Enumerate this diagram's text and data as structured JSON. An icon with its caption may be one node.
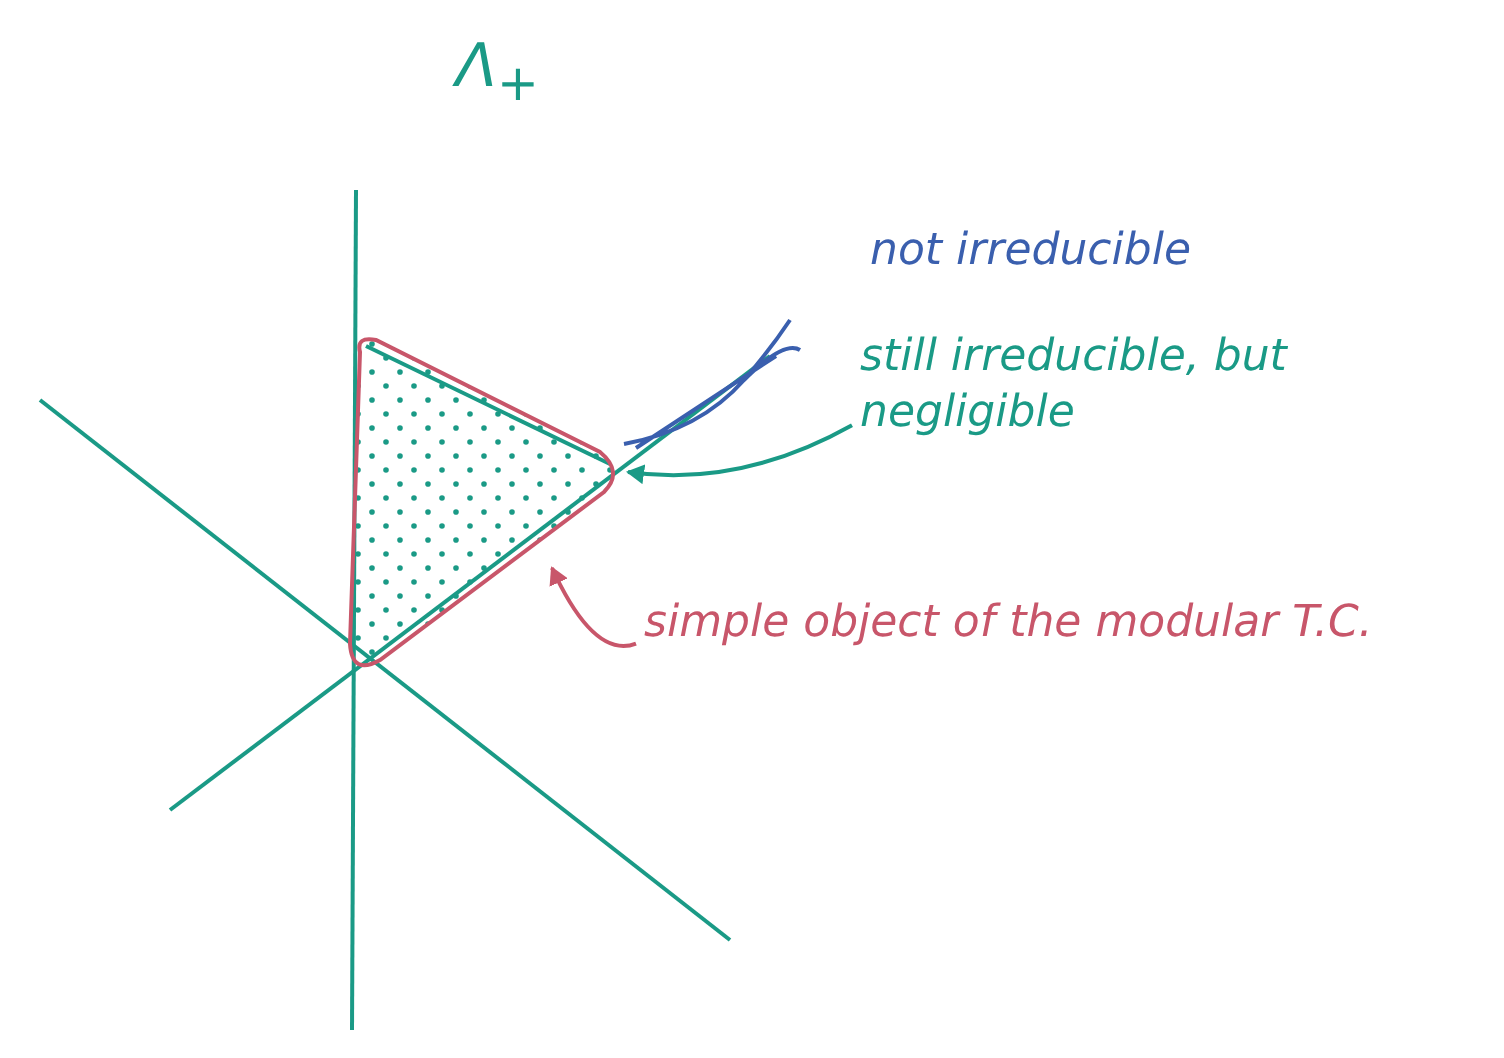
{
  "diagram": {
    "nodes": [
      {
        "text": [
          "still irreducible, but negligible"
        ]
      },
      {
        "text": [
          "simple object of the modular T.C."
        ]
      },
      {
        "text": [],
        "shape": "triangle"
      }
    ],
    "edges": [
      {
        "from": 0,
        "to": 2,
        "arrow": "to",
        "color": "#1a9a86"
      },
      {
        "from": 1,
        "to": 2,
        "arrow": "to",
        "color": "#c8566a"
      }
    ],
    "labels": [
      "Λ$_{+}$",
      "not irreducible"
    ]
  }
}
